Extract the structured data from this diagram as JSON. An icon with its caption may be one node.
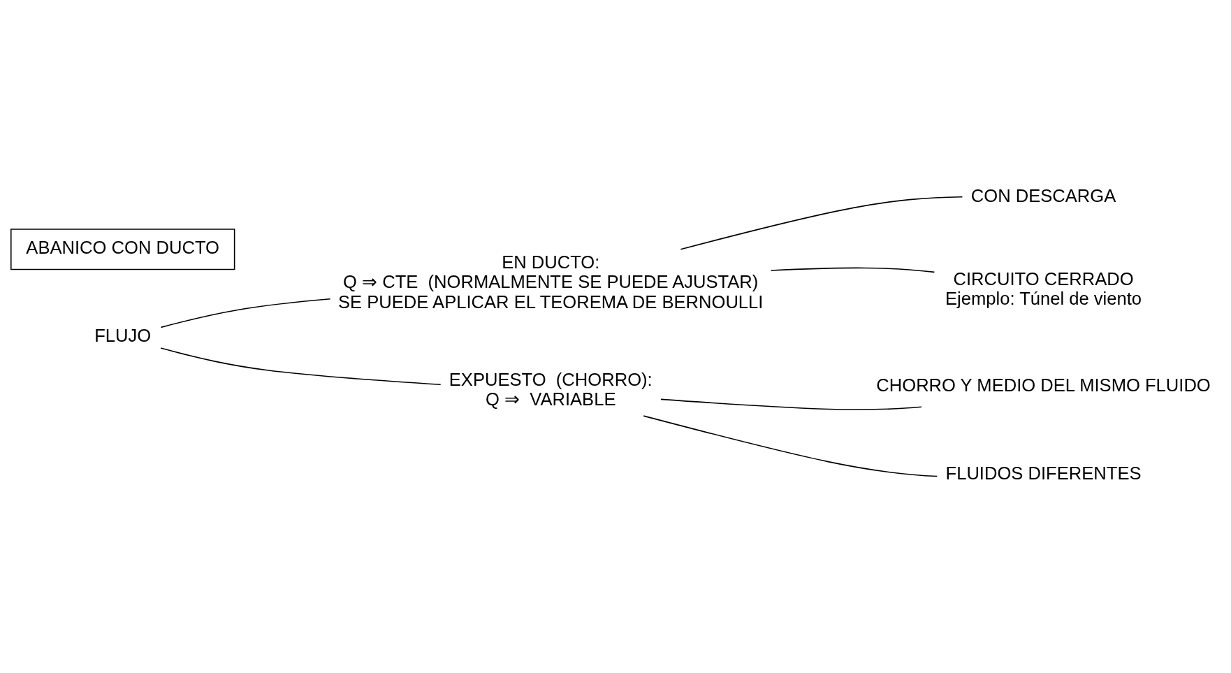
{
  "diagram": {
    "nodes": [
      {
        "text": [
          "FLUJO"
        ]
      },
      {
        "text": [
          "EN DUCTO:",
          "Q ⇒ CTE  (NORMALMENTE SE PUEDE AJUSTAR)",
          "SE PUEDE APLICAR EL TEOREMA DE BERNOULLI"
        ]
      },
      {
        "text": [
          "EXPUESTO  (CHORRO):",
          "Q ⇒  VARIABLE"
        ]
      },
      {
        "text": [
          "CON DESCARGA"
        ]
      },
      {
        "text": [
          "CIRCUITO CERRADO",
          "Ejemplo: Túnel de viento"
        ]
      },
      {
        "text": [
          "CHORRO Y MEDIO DEL MISMO FLUIDO"
        ]
      },
      {
        "text": [
          "FLUIDOS DIFERENTES"
        ]
      },
      {
        "text": [
          "ABANICO CON DUCTO"
        ]
      }
    ],
    "edges": [
      {
        "from": 0,
        "to": 1,
        "arrow": "none"
      },
      {
        "from": 0,
        "to": 2,
        "arrow": "none"
      },
      {
        "from": 1,
        "to": 3,
        "arrow": "none"
      },
      {
        "from": 1,
        "to": 4,
        "arrow": "none"
      },
      {
        "from": 2,
        "to": 5,
        "arrow": "none"
      },
      {
        "from": 2,
        "to": 6,
        "arrow": "none"
      }
    ]
  }
}
